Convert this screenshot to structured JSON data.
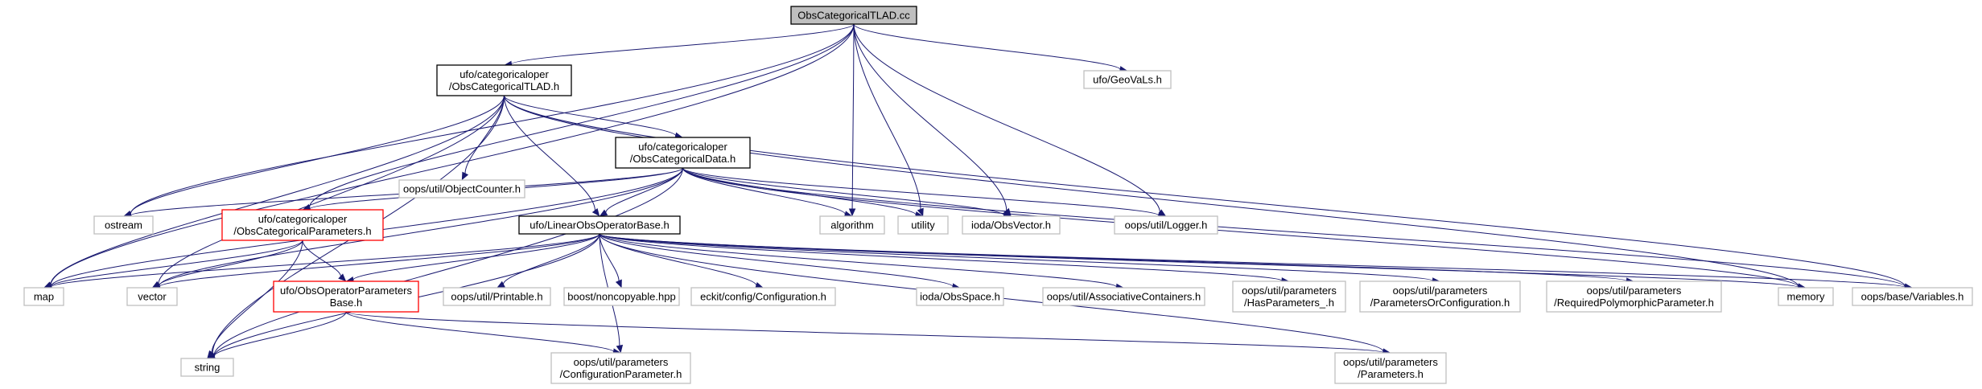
{
  "diagram": {
    "title": "ObsCategoricalTLAD.cc",
    "nodes": [
      {
        "id": "root",
        "lines": [
          "ObsCategoricalTLAD.cc"
        ],
        "style": "root"
      },
      {
        "id": "tlad_h",
        "lines": [
          "ufo/categoricaloper",
          "/ObsCategoricalTLAD.h"
        ],
        "style": "normal"
      },
      {
        "id": "geovals",
        "lines": [
          "ufo/GeoVaLs.h"
        ],
        "style": "gray"
      },
      {
        "id": "objcounter",
        "lines": [
          "oops/util/ObjectCounter.h"
        ],
        "style": "gray"
      },
      {
        "id": "catdata",
        "lines": [
          "ufo/categoricaloper",
          "/ObsCategoricalData.h"
        ],
        "style": "normal"
      },
      {
        "id": "ostream",
        "lines": [
          "ostream"
        ],
        "style": "gray"
      },
      {
        "id": "catparams",
        "lines": [
          "ufo/categoricaloper",
          "/ObsCategoricalParameters.h"
        ],
        "style": "red"
      },
      {
        "id": "linbase",
        "lines": [
          "ufo/LinearObsOperatorBase.h"
        ],
        "style": "normal"
      },
      {
        "id": "algorithm",
        "lines": [
          "algorithm"
        ],
        "style": "gray"
      },
      {
        "id": "utility",
        "lines": [
          "utility"
        ],
        "style": "gray"
      },
      {
        "id": "obsvector",
        "lines": [
          "ioda/ObsVector.h"
        ],
        "style": "gray"
      },
      {
        "id": "logger",
        "lines": [
          "oops/util/Logger.h"
        ],
        "style": "gray"
      },
      {
        "id": "map",
        "lines": [
          "map"
        ],
        "style": "gray"
      },
      {
        "id": "vector",
        "lines": [
          "vector"
        ],
        "style": "gray"
      },
      {
        "id": "opparamsbase",
        "lines": [
          "ufo/ObsOperatorParameters",
          "Base.h"
        ],
        "style": "red"
      },
      {
        "id": "printable",
        "lines": [
          "oops/util/Printable.h"
        ],
        "style": "gray"
      },
      {
        "id": "noncopyable",
        "lines": [
          "boost/noncopyable.hpp"
        ],
        "style": "gray"
      },
      {
        "id": "econfig",
        "lines": [
          "eckit/config/Configuration.h"
        ],
        "style": "gray"
      },
      {
        "id": "obsspace",
        "lines": [
          "ioda/ObsSpace.h"
        ],
        "style": "gray"
      },
      {
        "id": "assoc",
        "lines": [
          "oops/util/AssociativeContainers.h"
        ],
        "style": "gray"
      },
      {
        "id": "hasparams",
        "lines": [
          "oops/util/parameters",
          "/HasParameters_.h"
        ],
        "style": "gray"
      },
      {
        "id": "paramsorconfig",
        "lines": [
          "oops/util/parameters",
          "/ParametersOrConfiguration.h"
        ],
        "style": "gray"
      },
      {
        "id": "reqpoly",
        "lines": [
          "oops/util/parameters",
          "/RequiredPolymorphicParameter.h"
        ],
        "style": "gray"
      },
      {
        "id": "memory",
        "lines": [
          "memory"
        ],
        "style": "gray"
      },
      {
        "id": "variables",
        "lines": [
          "oops/base/Variables.h"
        ],
        "style": "gray"
      },
      {
        "id": "string",
        "lines": [
          "string"
        ],
        "style": "gray"
      },
      {
        "id": "confparam",
        "lines": [
          "oops/util/parameters",
          "/ConfigurationParameter.h"
        ],
        "style": "gray"
      },
      {
        "id": "parameters",
        "lines": [
          "oops/util/parameters",
          "/Parameters.h"
        ],
        "style": "gray"
      }
    ],
    "edges": [
      [
        "root",
        "tlad_h"
      ],
      [
        "root",
        "geovals"
      ],
      [
        "root",
        "catparams"
      ],
      [
        "root",
        "algorithm"
      ],
      [
        "root",
        "utility"
      ],
      [
        "root",
        "obsvector"
      ],
      [
        "root",
        "logger"
      ],
      [
        "root",
        "ostream"
      ],
      [
        "root",
        "map"
      ],
      [
        "tlad_h",
        "objcounter"
      ],
      [
        "tlad_h",
        "catdata"
      ],
      [
        "tlad_h",
        "linbase"
      ],
      [
        "tlad_h",
        "ostream"
      ],
      [
        "tlad_h",
        "map"
      ],
      [
        "tlad_h",
        "vector"
      ],
      [
        "tlad_h",
        "string"
      ],
      [
        "tlad_h",
        "memory"
      ],
      [
        "tlad_h",
        "variables"
      ],
      [
        "catdata",
        "catparams"
      ],
      [
        "catdata",
        "linbase"
      ],
      [
        "catdata",
        "ostream"
      ],
      [
        "catdata",
        "algorithm"
      ],
      [
        "catdata",
        "utility"
      ],
      [
        "catdata",
        "obsvector"
      ],
      [
        "catdata",
        "logger"
      ],
      [
        "catdata",
        "map"
      ],
      [
        "catdata",
        "vector"
      ],
      [
        "catdata",
        "string"
      ],
      [
        "catdata",
        "memory"
      ],
      [
        "catdata",
        "variables"
      ],
      [
        "catparams",
        "opparamsbase"
      ],
      [
        "catparams",
        "map"
      ],
      [
        "catparams",
        "vector"
      ],
      [
        "catparams",
        "string"
      ],
      [
        "linbase",
        "opparamsbase"
      ],
      [
        "linbase",
        "map"
      ],
      [
        "linbase",
        "vector"
      ],
      [
        "linbase",
        "string"
      ],
      [
        "linbase",
        "printable"
      ],
      [
        "linbase",
        "noncopyable"
      ],
      [
        "linbase",
        "econfig"
      ],
      [
        "linbase",
        "obsspace"
      ],
      [
        "linbase",
        "assoc"
      ],
      [
        "linbase",
        "hasparams"
      ],
      [
        "linbase",
        "paramsorconfig"
      ],
      [
        "linbase",
        "reqpoly"
      ],
      [
        "linbase",
        "memory"
      ],
      [
        "linbase",
        "variables"
      ],
      [
        "linbase",
        "confparam"
      ],
      [
        "linbase",
        "parameters"
      ],
      [
        "opparamsbase",
        "string"
      ],
      [
        "opparamsbase",
        "confparam"
      ],
      [
        "opparamsbase",
        "parameters"
      ]
    ]
  },
  "colors": {
    "edge": "#191970",
    "root_fill": "#bfbfbf",
    "normal_border": "#000000",
    "gray_border": "#bfbfbf",
    "red_border": "#ff0000",
    "text": "#000000"
  }
}
